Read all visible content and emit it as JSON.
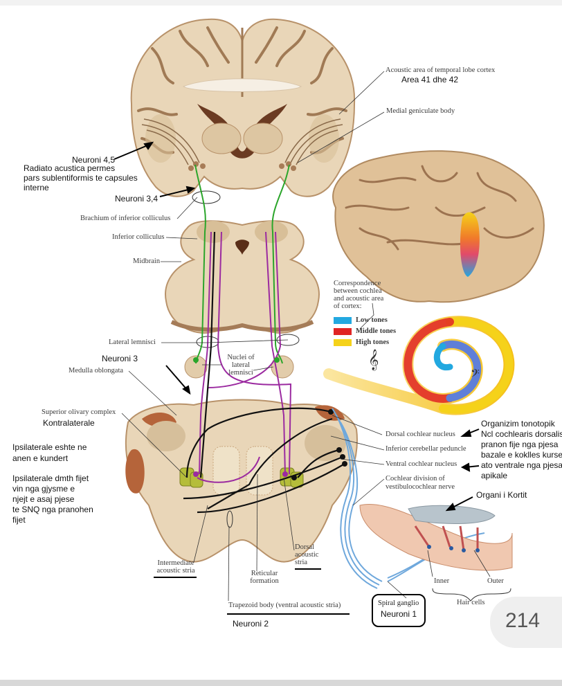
{
  "figure": {
    "top_labels": {
      "acoustic_area": "Acoustic area of temporal lobe cortex",
      "area_41_42": "Area 41 dhe 42",
      "medial_geniculate": "Medial geniculate body"
    },
    "left_notes": {
      "neuroni_45": "Neuroni 4,5",
      "radiato_line1": "Radiato acustica permes",
      "radiato_line2": "pars sublentiformis te capsules",
      "radiato_line3": "interne",
      "neuroni_34": "Neuroni 3,4"
    },
    "structures": {
      "brachium": "Brachium of inferior colliculus",
      "inferior_colliculus": "Inferior colliculus",
      "midbrain": "Midbrain",
      "lateral_lemnisci": "Lateral lemnisci",
      "neuroni_3": "Neuroni 3",
      "medulla": "Medulla oblongata",
      "nuclei_l1": "Nuclei of",
      "nuclei_l2": "lateral",
      "nuclei_l3": "lemnisci",
      "superior_olivary": "Superior olivary complex",
      "kontralaterale": "Kontralaterale",
      "dorsal_cochlear": "Dorsal cochlear nucleus",
      "inferior_cerebellar": "Inferior cerebellar peduncle",
      "ventral_cochlear": "Ventral cochlear nucleus",
      "cochlear_div_1": "Cochlear division of",
      "cochlear_div_2": "vestibulocochlear nerve",
      "intermediate_1": "Intermediate",
      "intermediate_2": "acoustic stria",
      "reticular_1": "Reticular",
      "reticular_2": "formation",
      "dorsal_stria_1": "Dorsal",
      "dorsal_stria_2": "acoustic",
      "dorsal_stria_3": "stria",
      "trapezoid": "Trapezoid body (ventral acoustic stria)",
      "neuroni_2": "Neuroni 2",
      "spiral_ganglion": "Spiral ganglio",
      "neuroni_1": "Neuroni 1",
      "inner": "Inner",
      "outer": "Outer",
      "hair_cells": "Hair cells",
      "organi_kortit": "Organi i Kortit"
    },
    "ipsi_notes": {
      "l1": "Ipsilaterale eshte ne",
      "l2": "anen e kundert",
      "l3": "Ipsilaterale dmth fijet",
      "l4": "vin nga gjysme e",
      "l5": "njejt e asaj pjese",
      "l6": "te SNQ nga pranohen",
      "l7": "fijet"
    },
    "tonotopic_notes": {
      "l1": "Organizim tonotopik",
      "l2": "Ncl cochlearis dorsalis",
      "l3": "pranon fije nga pjesa",
      "l4": "bazale e koklles kurse",
      "l5": "ato ventrale nga pjesa",
      "l6": "apikale"
    },
    "correspondence": {
      "l1": "Correspondence",
      "l2": "between cochlea",
      "l3": "and acoustic area",
      "l4": "of cortex:"
    },
    "legend": [
      {
        "label": "Low tones",
        "color": "#22a8e0"
      },
      {
        "label": "Middle tones",
        "color": "#e02424"
      },
      {
        "label": "High tones",
        "color": "#f5d21a"
      }
    ],
    "page_number": "214"
  },
  "colors": {
    "tissue": "#e8d4b4",
    "tissue_dark": "#c9a57c",
    "tissue_shadow": "#a57c58",
    "pathway_green": "#2aa52a",
    "pathway_purple": "#9b2aa0",
    "pathway_black": "#111111",
    "nerve_blue": "#6fa8dc"
  }
}
